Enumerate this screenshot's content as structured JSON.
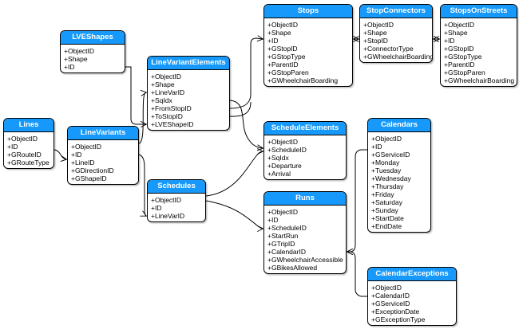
{
  "diagram": {
    "type": "entity-relationship",
    "header_color": "#1699FB",
    "line_color": "#000000",
    "background_color": "#FFFFFF",
    "entities": [
      {
        "name": "LVEShapes",
        "attributes": [
          "+ObjectID",
          "+Shape",
          "+ID"
        ]
      },
      {
        "name": "Lines",
        "attributes": [
          "+ObjectID",
          "+ID",
          "+GRouteID",
          "+GRouteType"
        ]
      },
      {
        "name": "LineVariants",
        "attributes": [
          "+ObjectID",
          "+ID",
          "+LineID",
          "+GDirectionID",
          "+GShapeID"
        ]
      },
      {
        "name": "LineVariantElements",
        "attributes": [
          "+ObjectID",
          "+Shape",
          "+LineVarID",
          "+SqIdx",
          "+FromStopID",
          "+ToStopID",
          "+LVEShapeID"
        ]
      },
      {
        "name": "Schedules",
        "attributes": [
          "+ObjectID",
          "+ID",
          "+LineVarID"
        ]
      },
      {
        "name": "Stops",
        "attributes": [
          "+ObjectID",
          "+Shape",
          "+ID",
          "+GStopID",
          "+GStopType",
          "+ParentID",
          "+GStopParen",
          "+GWheelchairBoarding"
        ]
      },
      {
        "name": "StopConnectors",
        "attributes": [
          "+ObjectID",
          "+Shape",
          "+StopID",
          "+ConnectorType",
          "+GWheelchairBoarding"
        ]
      },
      {
        "name": "StopsOnStreets",
        "attributes": [
          "+ObjectID",
          "+Shape",
          "+ID",
          "+GStopID",
          "+GStopType",
          "+ParentID",
          "+GStopParen",
          "+GWheelchairBoarding"
        ]
      },
      {
        "name": "ScheduleElements",
        "attributes": [
          "+ObjectID",
          "+ScheduleID",
          "+SqIdx",
          "+Departure",
          "+Arrival"
        ]
      },
      {
        "name": "Runs",
        "attributes": [
          "+ObjectID",
          "+ID",
          "+ScheduleID",
          "+StartRun",
          "+GTripID",
          "+CalendarID",
          "+GWheelchairAccessible",
          "+GBikesAllowed"
        ]
      },
      {
        "name": "Calendars",
        "attributes": [
          "+ObjectID",
          "+ID",
          "+GServiceID",
          "+Monday",
          "+Tuesday",
          "+Wednesday",
          "+Thursday",
          "+Friday",
          "+Saturday",
          "+Sunday",
          "+StartDate",
          "+EndDate"
        ]
      },
      {
        "name": "CalendarExceptions",
        "attributes": [
          "+ObjectID",
          "+CalendarID",
          "+GServiceID",
          "+ExceptionDate",
          "+GExceptionType"
        ]
      }
    ],
    "relationships": [
      {
        "from": "Lines",
        "to": "LineVariants"
      },
      {
        "from": "LineVariants",
        "to": "LineVariantElements"
      },
      {
        "from": "LVEShapes",
        "to": "LineVariantElements"
      },
      {
        "from": "LineVariants",
        "to": "Schedules"
      },
      {
        "from": "LineVariantElements",
        "to": "Stops"
      },
      {
        "from": "Stops",
        "to": "StopConnectors"
      },
      {
        "from": "StopConnectors",
        "to": "StopsOnStreets"
      },
      {
        "from": "LineVariantElements",
        "to": "ScheduleElements"
      },
      {
        "from": "Schedules",
        "to": "ScheduleElements"
      },
      {
        "from": "Schedules",
        "to": "Runs"
      },
      {
        "from": "Runs",
        "to": "Calendars"
      },
      {
        "from": "Runs",
        "to": "CalendarExceptions"
      }
    ]
  }
}
